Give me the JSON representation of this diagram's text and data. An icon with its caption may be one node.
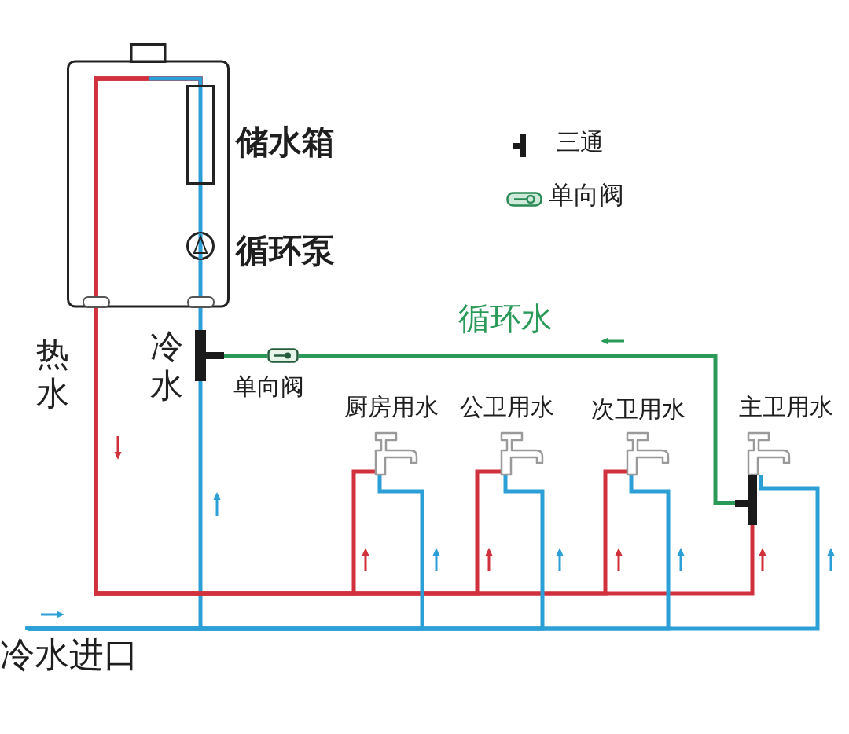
{
  "diagram": {
    "nodes": [
      {
        "text": [],
        "shape": "box"
      },
      {
        "text": [],
        "shape": "box",
        "in": 0,
        "beside": [
          "储水箱"
        ]
      },
      {
        "text": [],
        "shape": "circle",
        "in": 0,
        "beside": [
          "循环泵"
        ]
      },
      {
        "text": [],
        "shape": "bar"
      },
      {
        "text": [],
        "shape": "picture",
        "beside": [
          "单向阀"
        ]
      },
      {
        "text": [],
        "shape": "picture",
        "beside": [
          "厨房用水"
        ]
      },
      {
        "text": [],
        "shape": "picture",
        "beside": [
          "公卫用水"
        ]
      },
      {
        "text": [],
        "shape": "picture",
        "beside": [
          "次卫用水"
        ]
      },
      {
        "text": [],
        "shape": "picture",
        "beside": [
          "主卫用水"
        ]
      },
      {
        "text": [],
        "shape": "bar"
      },
      {
        "text": [
          "冷水进口"
        ]
      }
    ],
    "edges": [
      {
        "from": 10,
        "to": 3,
        "arrow": "none"
      },
      {
        "from": 3,
        "to": 2,
        "arrow": "none"
      },
      {
        "from": 2,
        "to": 1,
        "arrow": "none"
      },
      {
        "from": 1,
        "to": 5,
        "arrow": "none",
        "color": "#d0313d"
      },
      {
        "from": 1,
        "to": 6,
        "arrow": "none",
        "color": "#d0313d"
      },
      {
        "from": 1,
        "to": 7,
        "arrow": "none",
        "color": "#d0313d"
      },
      {
        "from": 1,
        "to": 9,
        "arrow": "none",
        "color": "#d0313d"
      },
      {
        "from": 10,
        "to": 5,
        "arrow": "none"
      },
      {
        "from": 10,
        "to": 6,
        "arrow": "none"
      },
      {
        "from": 10,
        "to": 7,
        "arrow": "none"
      },
      {
        "from": 10,
        "to": 8,
        "arrow": "none"
      },
      {
        "from": 9,
        "to": 4,
        "arrow": "none",
        "color": "#2a9a59"
      },
      {
        "from": 4,
        "to": 3,
        "arrow": "none",
        "color": "#2a9a59"
      }
    ],
    "labels": [
      "热水",
      "冷水",
      "循环水"
    ],
    "legend": [
      {
        "text": "三通"
      },
      {
        "text": "单向阀"
      }
    ]
  }
}
